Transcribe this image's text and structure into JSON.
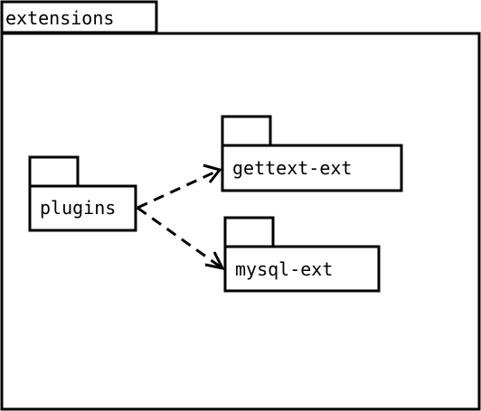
{
  "diagram": {
    "container": {
      "label": "extensions"
    },
    "packages": {
      "plugins": {
        "label": "plugins"
      },
      "gettext": {
        "label": "gettext-ext"
      },
      "mysql": {
        "label": "mysql-ext"
      }
    },
    "dependencies": [
      {
        "from": "plugins",
        "to": "gettext-ext",
        "style": "dashed"
      },
      {
        "from": "plugins",
        "to": "mysql-ext",
        "style": "dashed"
      }
    ]
  }
}
